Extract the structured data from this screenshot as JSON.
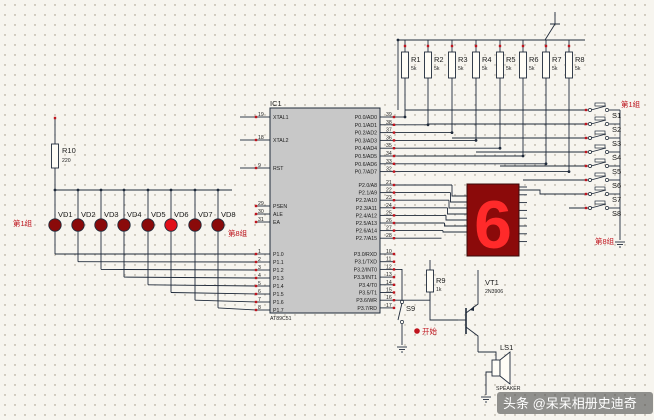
{
  "colors": {
    "background": "#f7f5ef",
    "wire": "#1f2a3a",
    "chip": "#c8c8c8",
    "led": "#8a0a0a",
    "led_on": "#e0101a",
    "display": "#8b0a0a",
    "segment": "#ff2a2a",
    "label_red": "#c0141e"
  },
  "ic": {
    "ref": "IC1",
    "part": "AT89C51",
    "left_pins": [
      {
        "num": "19",
        "name": "XTAL1"
      },
      {
        "num": "18",
        "name": "XTAL2"
      },
      {
        "num": "9",
        "name": "RST"
      },
      {
        "num": "29",
        "name": "PSEN"
      },
      {
        "num": "30",
        "name": "ALE"
      },
      {
        "num": "31",
        "name": "EA"
      },
      {
        "num": "1",
        "name": "P1.0"
      },
      {
        "num": "2",
        "name": "P1.1"
      },
      {
        "num": "3",
        "name": "P1.2"
      },
      {
        "num": "4",
        "name": "P1.3"
      },
      {
        "num": "5",
        "name": "P1.4"
      },
      {
        "num": "6",
        "name": "P1.5"
      },
      {
        "num": "7",
        "name": "P1.6"
      },
      {
        "num": "8",
        "name": "P1.7"
      }
    ],
    "right_pins": [
      {
        "num": "39",
        "name": "P0.0/AD0"
      },
      {
        "num": "38",
        "name": "P0.1/AD1"
      },
      {
        "num": "37",
        "name": "P0.2/AD2"
      },
      {
        "num": "36",
        "name": "P0.3/AD3"
      },
      {
        "num": "35",
        "name": "P0.4/AD4"
      },
      {
        "num": "34",
        "name": "P0.5/AD5"
      },
      {
        "num": "33",
        "name": "P0.6/AD6"
      },
      {
        "num": "32",
        "name": "P0.7/AD7"
      },
      {
        "num": "21",
        "name": "P2.0/A8"
      },
      {
        "num": "22",
        "name": "P2.1/A9"
      },
      {
        "num": "23",
        "name": "P2.2/A10"
      },
      {
        "num": "24",
        "name": "P2.3/A11"
      },
      {
        "num": "25",
        "name": "P2.4/A12"
      },
      {
        "num": "26",
        "name": "P2.5/A13"
      },
      {
        "num": "27",
        "name": "P2.6/A14"
      },
      {
        "num": "28",
        "name": "P2.7/A15"
      },
      {
        "num": "10",
        "name": "P3.0/RXD"
      },
      {
        "num": "11",
        "name": "P3.1/TXD"
      },
      {
        "num": "12",
        "name": "P3.2/INT0"
      },
      {
        "num": "13",
        "name": "P3.3/INT1"
      },
      {
        "num": "14",
        "name": "P3.4/T0"
      },
      {
        "num": "15",
        "name": "P3.5/T1"
      },
      {
        "num": "16",
        "name": "P3.6/WR"
      },
      {
        "num": "17",
        "name": "P3.7/RD"
      }
    ]
  },
  "resistors_top": [
    {
      "ref": "R1",
      "val": "5k"
    },
    {
      "ref": "R2",
      "val": "5k"
    },
    {
      "ref": "R3",
      "val": "5k"
    },
    {
      "ref": "R4",
      "val": "5k"
    },
    {
      "ref": "R5",
      "val": "5k"
    },
    {
      "ref": "R6",
      "val": "5k"
    },
    {
      "ref": "R7",
      "val": "5k"
    },
    {
      "ref": "R8",
      "val": "5k"
    }
  ],
  "r10": {
    "ref": "R10",
    "val": "220"
  },
  "leds": [
    "VD1",
    "VD2",
    "VD3",
    "VD4",
    "VD5",
    "VD6",
    "VD7",
    "VD8"
  ],
  "led_group_labels": {
    "first": "第1组",
    "last": "第8组"
  },
  "switches": [
    "S1",
    "S2",
    "S3",
    "S4",
    "S5",
    "S6",
    "S7",
    "S8"
  ],
  "switch_group_labels": {
    "first": "第1组",
    "last": "第8组"
  },
  "display_digit": "6",
  "r9": {
    "ref": "R9",
    "val": "1k"
  },
  "s9": {
    "ref": "S9",
    "label": "开始"
  },
  "transistor": {
    "ref": "VT1",
    "part": "2N3906"
  },
  "speaker": {
    "ref": "LS1",
    "part": "SPEAKER"
  },
  "watermark": "头条 @呆呆相册史迪奇"
}
